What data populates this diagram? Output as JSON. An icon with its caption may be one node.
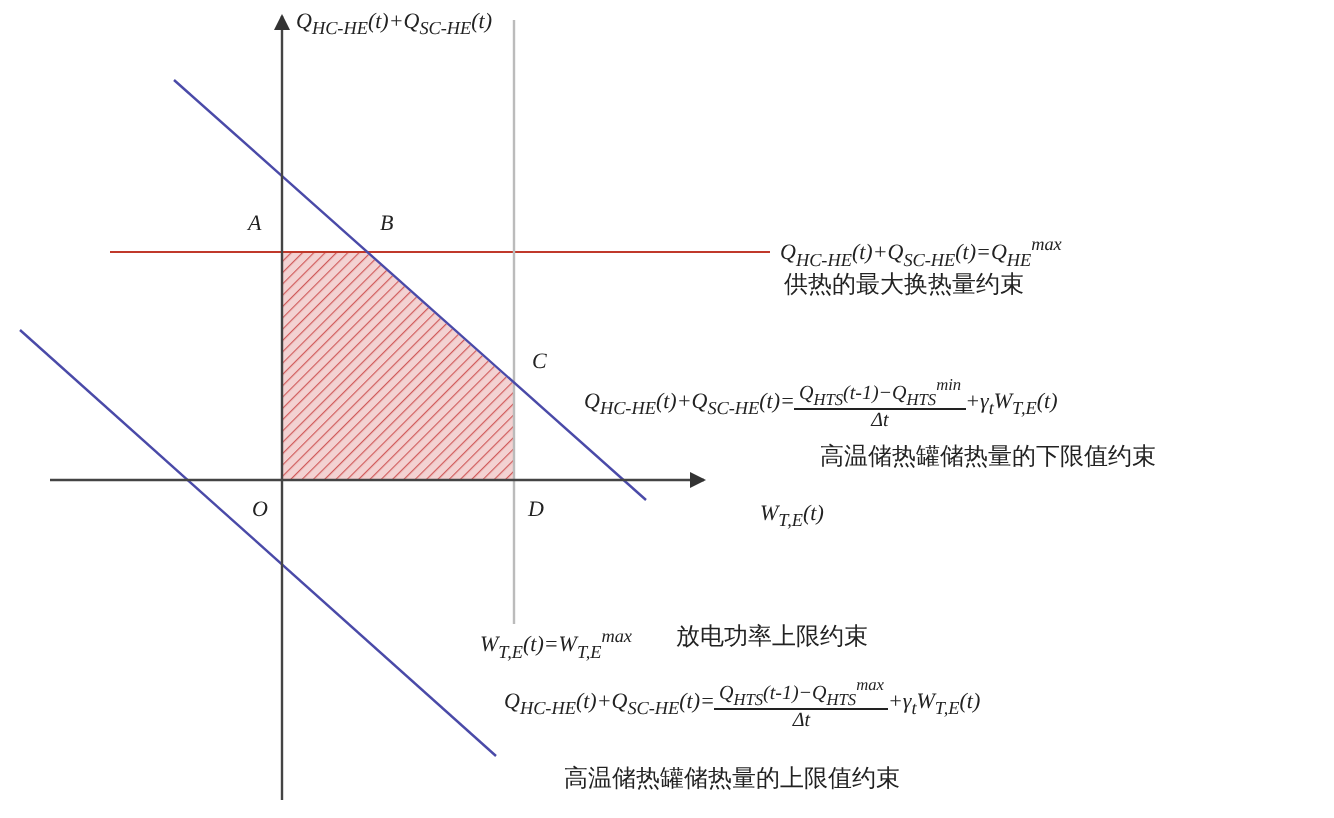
{
  "diagram": {
    "labels": [
      "Q$_{HC-HE}$(t)+Q$_{SC-HE}$(t)",
      "A",
      "B",
      "Q$_{HC-HE}$(t)+Q$_{SC-HE}$(t)=Q$_{HE}$$^{max}$",
      "供热的最大换热量约束",
      "C",
      "Q$_{HC-HE}$(t)+Q$_{SC-HE}$(t)=",
      "Q$_{HTS}$(t-1)−Q$_{HTS}$$^{min}$",
      "Δt",
      "+γ$_{t}$W$_{T,E}$(t)",
      "高温储热罐储热量的下限值约束",
      "O",
      "D",
      "W$_{T,E}$(t)",
      "W$_{T,E}$(t)=W$_{T,E}$$^{max}$",
      "放电功率上限约束",
      "Q$_{HC-HE}$(t)+Q$_{SC-HE}$(t)=",
      "Q$_{HTS}$(t-1)−Q$_{HTS}$$^{max}$",
      "Δt",
      "+γ$_{t}$W$_{T,E}$(t)",
      "高温储热罐储热量的上限值约束"
    ]
  }
}
